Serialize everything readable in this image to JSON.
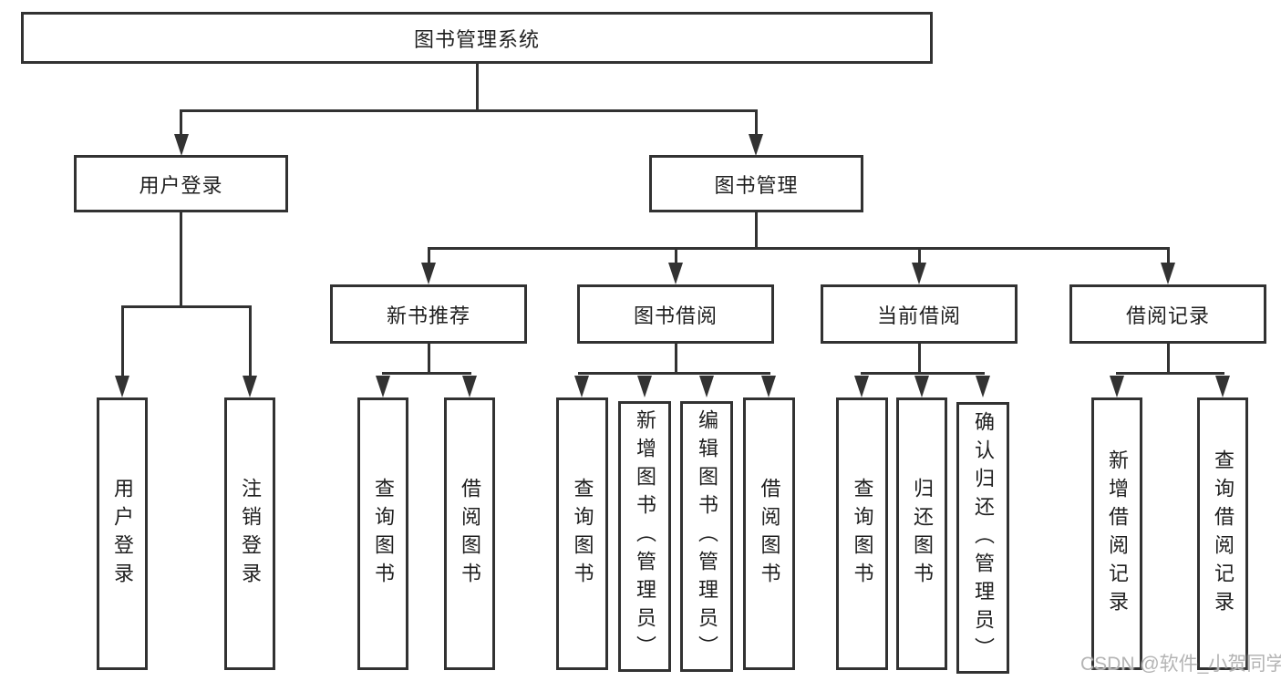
{
  "diagram": {
    "root": {
      "label": "图书管理系统"
    },
    "branches": {
      "user_login": {
        "label": "用户登录"
      },
      "book_management": {
        "label": "图书管理"
      }
    },
    "modules": {
      "new_book_recommend": {
        "label": "新书推荐"
      },
      "book_borrow": {
        "label": "图书借阅"
      },
      "current_borrow": {
        "label": "当前借阅"
      },
      "borrow_records": {
        "label": "借阅记录"
      }
    },
    "leaves": {
      "user_login": {
        "label": "用户登录"
      },
      "logout": {
        "label": "注销登录"
      },
      "rec_query_books": {
        "label": "查询图书"
      },
      "rec_borrow_books": {
        "label": "借阅图书"
      },
      "bb_query_books": {
        "label": "查询图书"
      },
      "bb_add_books": {
        "label": "新增图书（管理员）"
      },
      "bb_edit_books": {
        "label": "编辑图书（管理员）"
      },
      "bb_borrow_books": {
        "label": "借阅图书"
      },
      "cb_query_books": {
        "label": "查询图书"
      },
      "cb_return_books": {
        "label": "归还图书"
      },
      "cb_confirm_return": {
        "label": "确认归还（管理员）"
      },
      "br_add_record": {
        "label": "新增借阅记录"
      },
      "br_query_record": {
        "label": "查询借阅记录"
      }
    }
  },
  "watermark": {
    "text": "CSDN @软件_小贺同学"
  },
  "colors": {
    "line": "#323232",
    "text": "#1f1f1f",
    "watermark": "#b4b4b4",
    "background": "#ffffff"
  }
}
